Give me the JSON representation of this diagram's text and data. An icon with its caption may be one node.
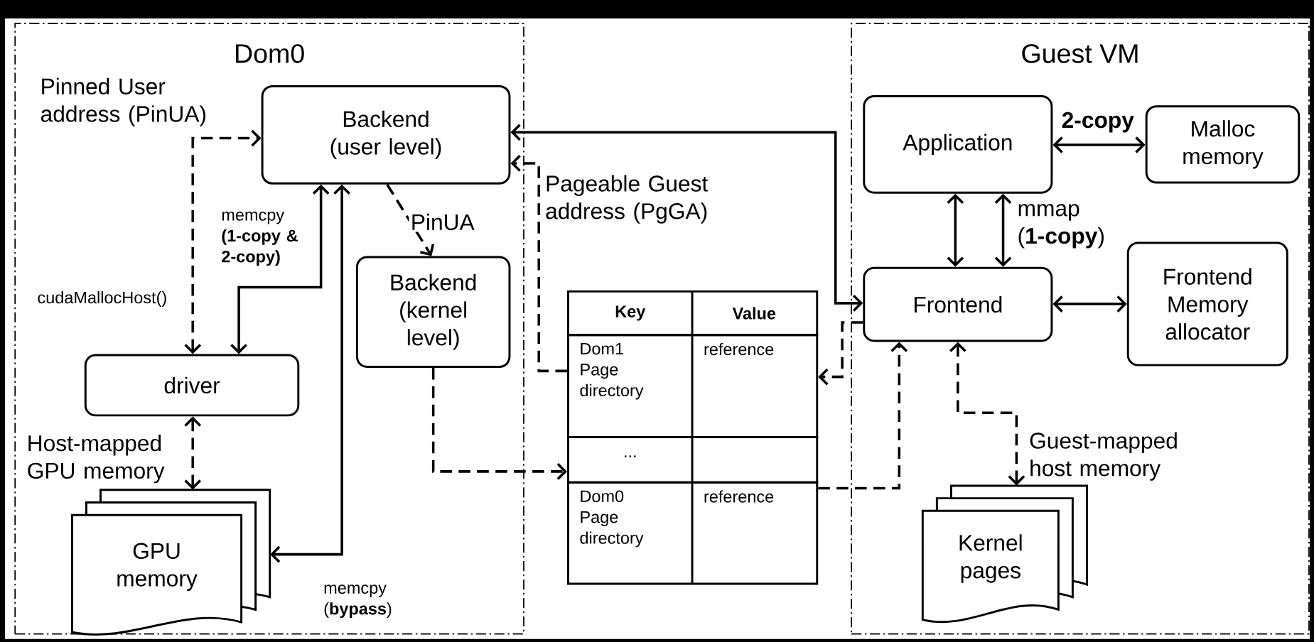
{
  "diagram": {
    "nodes": [
      {
        "text": [
          "Dom0"
        ]
      },
      {
        "text": [
          "Guest VM"
        ]
      },
      {
        "text": [
          "Backend (user level)"
        ],
        "in": 0
      },
      {
        "text": [
          "Backend (kernel level)"
        ],
        "in": 0
      },
      {
        "text": [
          "driver"
        ],
        "in": 0
      },
      {
        "text": [
          "GPU memory"
        ],
        "in": 0
      },
      {
        "text": [
          "Application"
        ],
        "in": 1
      },
      {
        "text": [
          "Malloc memory"
        ],
        "in": 1
      },
      {
        "text": [
          "Frontend"
        ],
        "in": 1
      },
      {
        "text": [
          "Frontend Memory allocator"
        ],
        "in": 1
      },
      {
        "text": [
          "Kernel pages"
        ],
        "in": 1
      },
      {
        "text": [
          "Dom1 Page directory",
          "reference"
        ]
      },
      {
        "text": [
          "..."
        ]
      },
      {
        "text": [
          "Dom0 Page directory",
          "reference"
        ]
      },
      {
        "text": [
          "Key",
          "Value"
        ]
      }
    ],
    "edges": [
      {
        "from": 4,
        "to": 2,
        "arrow": "both",
        "style": "dashed",
        "label": "Pinned User address (PinUA)"
      },
      {
        "from": 2,
        "to": 4,
        "arrow": "both",
        "label": "memcpy **(1-copy & 2-copy)**"
      },
      {
        "from": 2,
        "to": 5,
        "arrow": "both",
        "label": "memcpy (**bypass**)"
      },
      {
        "from": 2,
        "to": 3,
        "arrow": "to",
        "style": "dashed",
        "label": "PinUA"
      },
      {
        "from": 4,
        "to": 5,
        "arrow": "both",
        "style": "dashed",
        "label": "Host-mapped GPU memory"
      },
      {
        "from": 3,
        "to": 12,
        "arrow": "to",
        "style": "dashed"
      },
      {
        "from": 11,
        "to": 2,
        "arrow": "to",
        "style": "dashed",
        "label": "Pageable Guest address (PgGA)"
      },
      {
        "from": 8,
        "to": 2,
        "arrow": "both"
      },
      {
        "from": 8,
        "to": 11,
        "arrow": "to",
        "style": "dashed"
      },
      {
        "from": 13,
        "to": 8,
        "arrow": "to",
        "style": "dashed"
      },
      {
        "from": 6,
        "to": 7,
        "arrow": "both",
        "label": "2-copy"
      },
      {
        "from": 6,
        "to": 8,
        "arrow": "both"
      },
      {
        "from": 6,
        "to": 8,
        "arrow": "both",
        "label": "mmap (**1-copy**)"
      },
      {
        "from": 8,
        "to": 9,
        "arrow": "both"
      },
      {
        "from": 8,
        "to": 10,
        "arrow": "both",
        "style": "dashed",
        "label": "Guest-mapped host memory"
      }
    ],
    "labels": [
      "cudaMallocHost()"
    ]
  }
}
